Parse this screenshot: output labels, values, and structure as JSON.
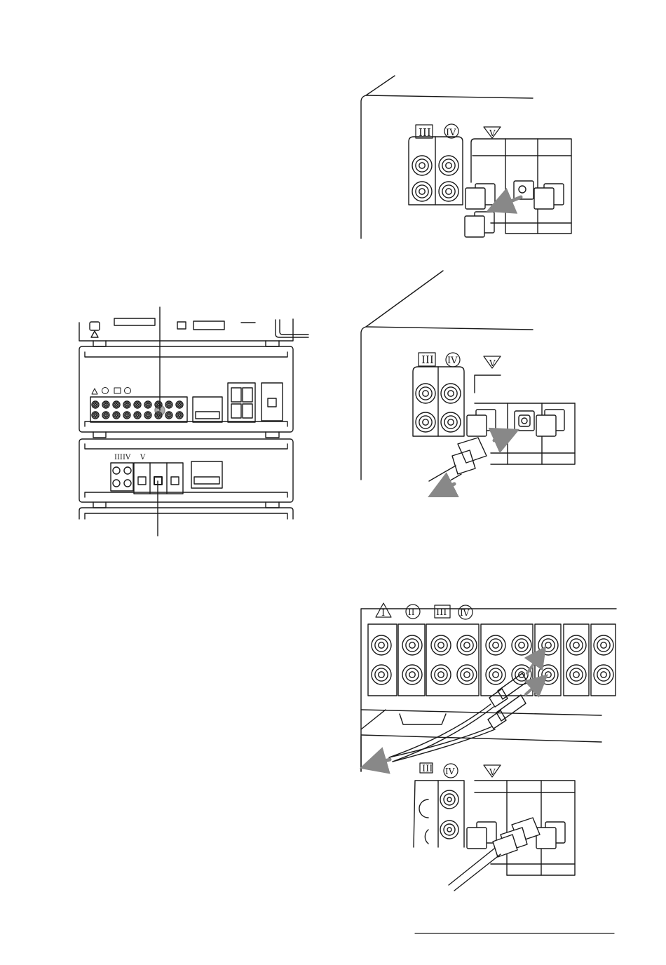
{
  "labels": {
    "I": "I",
    "II": "II",
    "III": "III",
    "IV": "IV",
    "V": "V"
  },
  "colors": {
    "ink": "#1a1a1a",
    "arrow_gray": "#888888",
    "jack_dark": "#555555"
  },
  "icons": {
    "arrow": "arrow-icon",
    "warning": "warning-triangle-icon"
  }
}
